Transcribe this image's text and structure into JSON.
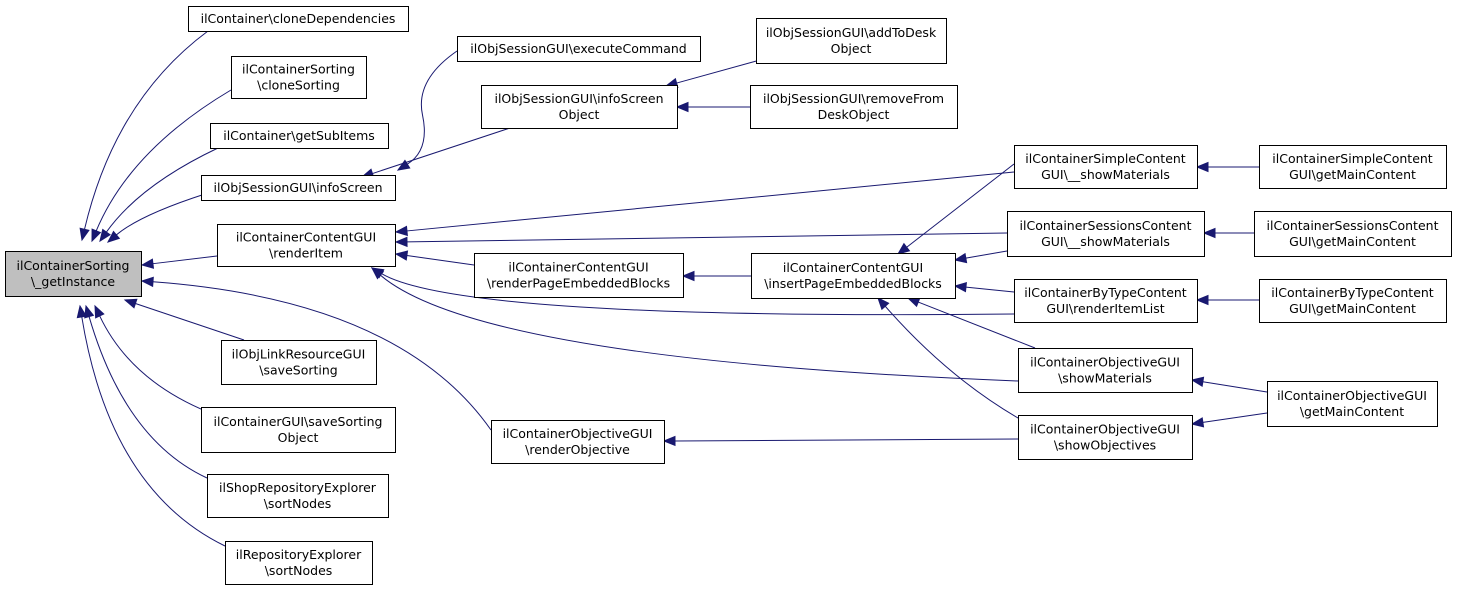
{
  "diagram": {
    "type": "caller-graph",
    "colors": {
      "edge": "#191970",
      "root_fill": "#bfbfbf",
      "node_fill": "#ffffff",
      "node_border": "#000000"
    },
    "nodes": [
      {
        "id": "n0",
        "name": "node-ilcontainersorting-getinstance",
        "lines": [
          "ilContainerSorting",
          "\\_getInstance"
        ],
        "root": true
      },
      {
        "id": "n1",
        "name": "node-ilcontainer-clonedependencies",
        "lines": [
          "ilContainer\\cloneDependencies"
        ]
      },
      {
        "id": "n2",
        "name": "node-ilcontainersorting-clonesorting",
        "lines": [
          "ilContainerSorting",
          "\\cloneSorting"
        ]
      },
      {
        "id": "n3",
        "name": "node-ilcontainer-getsubitems",
        "lines": [
          "ilContainer\\getSubItems"
        ]
      },
      {
        "id": "n4",
        "name": "node-ilobjsessiongui-infoscreen",
        "lines": [
          "ilObjSessionGUI\\infoScreen"
        ]
      },
      {
        "id": "n5",
        "name": "node-ilcontainercontentgui-renderitem",
        "lines": [
          "ilContainerContentGUI",
          "\\renderItem"
        ]
      },
      {
        "id": "n6",
        "name": "node-ilobjlinkresourcegui-savesorting",
        "lines": [
          "ilObjLinkResourceGUI",
          "\\saveSorting"
        ]
      },
      {
        "id": "n7",
        "name": "node-ilcontainergui-savesortingobject",
        "lines": [
          "ilContainerGUI\\saveSorting",
          "Object"
        ]
      },
      {
        "id": "n8",
        "name": "node-ilshoprepositoryexplorer-sortnodes",
        "lines": [
          "ilShopRepositoryExplorer",
          "\\sortNodes"
        ]
      },
      {
        "id": "n9",
        "name": "node-ilrepositoryexplorer-sortnodes",
        "lines": [
          "ilRepositoryExplorer",
          "\\sortNodes"
        ]
      },
      {
        "id": "n10",
        "name": "node-ilobjsessiongui-executecommand",
        "lines": [
          "ilObjSessionGUI\\executeCommand"
        ]
      },
      {
        "id": "n11",
        "name": "node-ilobjsessiongui-infoscreenobject",
        "lines": [
          "ilObjSessionGUI\\infoScreen",
          "Object"
        ]
      },
      {
        "id": "n12",
        "name": "node-ilcontainercontentgui-renderpageembeddedblocks",
        "lines": [
          "ilContainerContentGUI",
          "\\renderPageEmbeddedBlocks"
        ]
      },
      {
        "id": "n13",
        "name": "node-ilcontainerobjectivegui-renderobjective",
        "lines": [
          "ilContainerObjectiveGUI",
          "\\renderObjective"
        ]
      },
      {
        "id": "n14",
        "name": "node-ilobjsessiongui-addtodeskobject",
        "lines": [
          "ilObjSessionGUI\\addToDesk",
          "Object"
        ]
      },
      {
        "id": "n15",
        "name": "node-ilobjsessiongui-removefromdeskobject",
        "lines": [
          "ilObjSessionGUI\\removeFrom",
          "DeskObject"
        ]
      },
      {
        "id": "n16",
        "name": "node-ilcontainercontentgui-insertpageembeddedblocks",
        "lines": [
          "ilContainerContentGUI",
          "\\insertPageEmbeddedBlocks"
        ]
      },
      {
        "id": "n17",
        "name": "node-ilcontainersimplecontentgui-showmaterials",
        "lines": [
          "ilContainerSimpleContent",
          "GUI\\__showMaterials"
        ]
      },
      {
        "id": "n18",
        "name": "node-ilcontainersessionscontentgui-showmaterials",
        "lines": [
          "ilContainerSessionsContent",
          "GUI\\__showMaterials"
        ]
      },
      {
        "id": "n19",
        "name": "node-ilcontainerbytypecontentgui-renderitemlist",
        "lines": [
          "ilContainerByTypeContent",
          "GUI\\renderItemList"
        ]
      },
      {
        "id": "n20",
        "name": "node-ilcontainerobjectivegui-showmaterials",
        "lines": [
          "ilContainerObjectiveGUI",
          "\\showMaterials"
        ]
      },
      {
        "id": "n21",
        "name": "node-ilcontainerobjectivegui-showobjectives",
        "lines": [
          "ilContainerObjectiveGUI",
          "\\showObjectives"
        ]
      },
      {
        "id": "n22",
        "name": "node-ilcontainersimplecontentgui-getmaincontent",
        "lines": [
          "ilContainerSimpleContent",
          "GUI\\getMainContent"
        ]
      },
      {
        "id": "n23",
        "name": "node-ilcontainersessionscontentgui-getmaincontent",
        "lines": [
          "ilContainerSessionsContent",
          "GUI\\getMainContent"
        ]
      },
      {
        "id": "n24",
        "name": "node-ilcontainerbytypecontentgui-getmaincontent",
        "lines": [
          "ilContainerByTypeContent",
          "GUI\\getMainContent"
        ]
      },
      {
        "id": "n25",
        "name": "node-ilcontainerobjectivegui-getmaincontent",
        "lines": [
          "ilContainerObjectiveGUI",
          "\\getMainContent"
        ]
      }
    ],
    "edges": [
      {
        "from": "n1",
        "to": "n0"
      },
      {
        "from": "n2",
        "to": "n0"
      },
      {
        "from": "n3",
        "to": "n0"
      },
      {
        "from": "n4",
        "to": "n0"
      },
      {
        "from": "n5",
        "to": "n0"
      },
      {
        "from": "n6",
        "to": "n0"
      },
      {
        "from": "n7",
        "to": "n0"
      },
      {
        "from": "n8",
        "to": "n0"
      },
      {
        "from": "n9",
        "to": "n0"
      },
      {
        "from": "n13",
        "to": "n0"
      },
      {
        "from": "n10",
        "to": "n4"
      },
      {
        "from": "n11",
        "to": "n4"
      },
      {
        "from": "n14",
        "to": "n11"
      },
      {
        "from": "n15",
        "to": "n11"
      },
      {
        "from": "n12",
        "to": "n5"
      },
      {
        "from": "n17",
        "to": "n5"
      },
      {
        "from": "n18",
        "to": "n5"
      },
      {
        "from": "n19",
        "to": "n5"
      },
      {
        "from": "n20",
        "to": "n5"
      },
      {
        "from": "n16",
        "to": "n12"
      },
      {
        "from": "n17",
        "to": "n16"
      },
      {
        "from": "n18",
        "to": "n16"
      },
      {
        "from": "n19",
        "to": "n16"
      },
      {
        "from": "n20",
        "to": "n16"
      },
      {
        "from": "n21",
        "to": "n16"
      },
      {
        "from": "n21",
        "to": "n13"
      },
      {
        "from": "n22",
        "to": "n17"
      },
      {
        "from": "n23",
        "to": "n18"
      },
      {
        "from": "n24",
        "to": "n19"
      },
      {
        "from": "n25",
        "to": "n20"
      },
      {
        "from": "n25",
        "to": "n21"
      }
    ]
  }
}
